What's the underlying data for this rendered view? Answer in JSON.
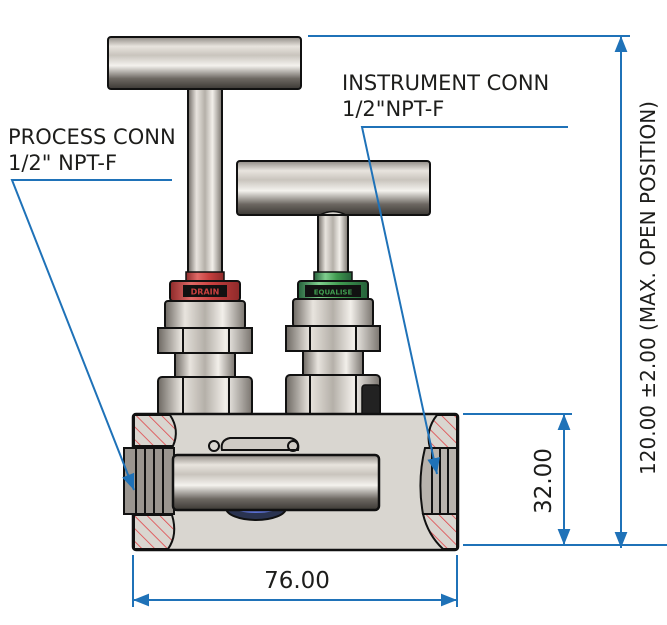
{
  "drawing": {
    "subject": "2-valve manifold front view",
    "callouts": {
      "process_conn": {
        "line1": "PROCESS CONN",
        "line2": "1/2\" NPT-F"
      },
      "instrument_conn": {
        "line1": "INSTRUMENT CONN",
        "line2": "1/2\"NPT-F"
      }
    },
    "valve_tags": {
      "left": {
        "text": "DRAIN",
        "color": "#c8403f"
      },
      "right": {
        "text": "EQUALISE",
        "color": "#3f9a4f"
      }
    },
    "dimensions": {
      "width": "76.00",
      "body_height": "32.00",
      "overall_height": "120.00 ±2.00 (MAX. OPEN POSITION)"
    },
    "colors": {
      "dimension_line": "#1f72b8",
      "section_hatch": "#e0454a",
      "body_fill": "#d9d6d0",
      "outline": "#111111"
    }
  }
}
